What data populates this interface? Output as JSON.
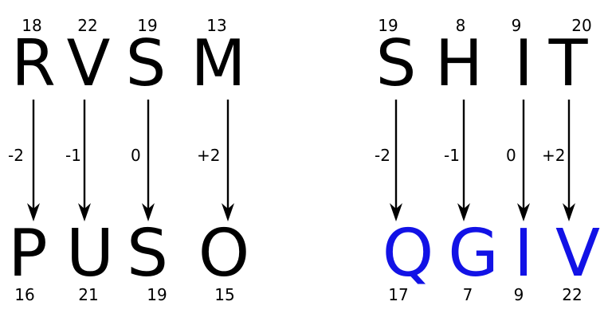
{
  "colors": {
    "default": "#000000",
    "highlight": "#1212e6"
  },
  "groups": [
    {
      "columns": [
        {
          "top_number": "18",
          "top_letter": "R",
          "shift": "-2",
          "bottom_letter": "P",
          "bottom_number": "16",
          "highlight": false
        },
        {
          "top_number": "22",
          "top_letter": "V",
          "shift": "-1",
          "bottom_letter": "U",
          "bottom_number": "21",
          "highlight": false
        },
        {
          "top_number": "19",
          "top_letter": "S",
          "shift": "0",
          "bottom_letter": "S",
          "bottom_number": "19",
          "highlight": false
        },
        {
          "top_number": "13",
          "top_letter": "M",
          "shift": "+2",
          "bottom_letter": "O",
          "bottom_number": "15",
          "highlight": false
        }
      ]
    },
    {
      "columns": [
        {
          "top_number": "19",
          "top_letter": "S",
          "shift": "-2",
          "bottom_letter": "Q",
          "bottom_number": "17",
          "highlight": true
        },
        {
          "top_number": "8",
          "top_letter": "H",
          "shift": "-1",
          "bottom_letter": "G",
          "bottom_number": "7",
          "highlight": true
        },
        {
          "top_number": "9",
          "top_letter": "I",
          "shift": "0",
          "bottom_letter": "I",
          "bottom_number": "9",
          "highlight": true
        },
        {
          "top_number": "20",
          "top_letter": "T",
          "shift": "+2",
          "bottom_letter": "V",
          "bottom_number": "22",
          "highlight": true
        }
      ]
    }
  ]
}
